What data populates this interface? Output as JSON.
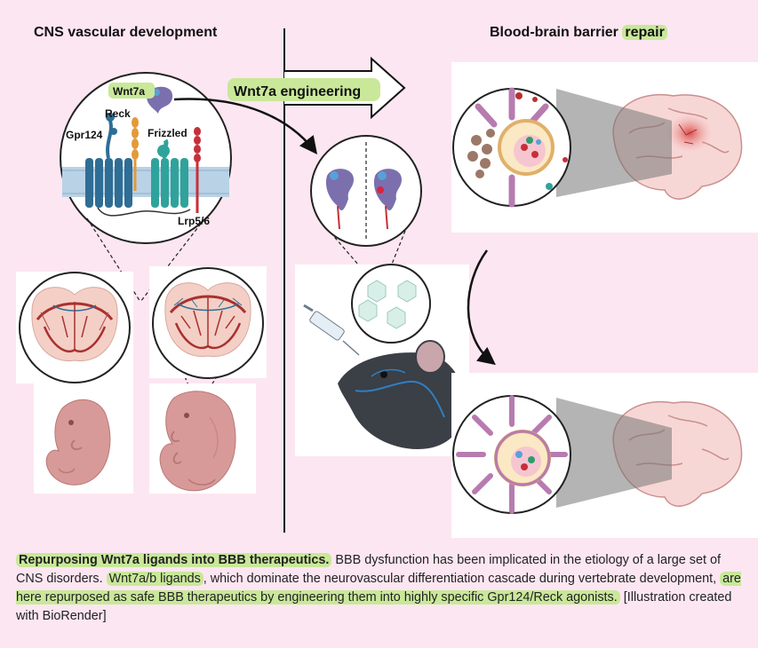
{
  "left_title": "CNS vascular development",
  "right_title_main": "Blood-brain barrier",
  "right_title_hl": "repair",
  "arrow_label": "Wnt7a engineering",
  "labels": {
    "wnt7a": "Wnt7a",
    "reck": "Reck",
    "gpr124": "Gpr124",
    "frizzled": "Frizzled",
    "lrp": "Lrp5/6"
  },
  "caption": {
    "bold": "Repurposing Wnt7a ligands into BBB therapeutics.",
    "p1": " BBB dysfunction has been implicated in the etiology of a large set of CNS disorders. ",
    "hl1": "Wnt7a/b ligands",
    "p2": ", which dominate the neurovascular differentiation cascade during vertebrate development, ",
    "hl2": "are here repurposed as safe BBB therapeutics by engineering them into highly specific Gpr124/Reck agonists.",
    "p3": " [Illustration created with BioRender]"
  },
  "colors": {
    "background": "#fce6f1",
    "highlight": "#c9e89a",
    "receptor_blue": "#2f6d94",
    "receptor_teal": "#2fa39b",
    "ligand_purple": "#7b6fae",
    "vessel_red": "#a8312f",
    "embryo_pink": "#d89a98"
  }
}
